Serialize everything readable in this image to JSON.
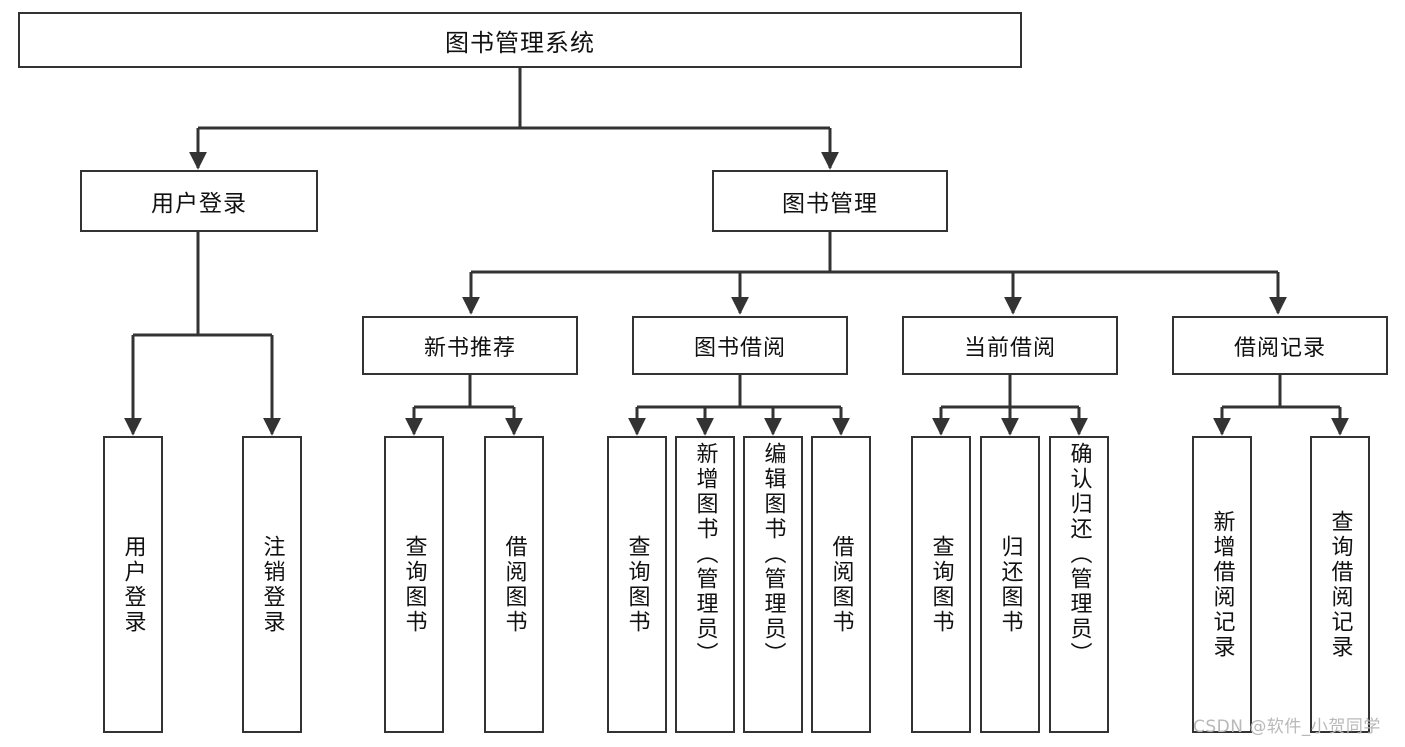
{
  "diagram": {
    "type": "tree-hierarchy-chart",
    "title": "图书管理系统",
    "orientation": "top-down",
    "colors": {
      "box_border": "#333333",
      "box_fill": "#ffffff",
      "connector": "#333333",
      "text": "#111111",
      "watermark": "#b9b9b9",
      "background": "#ffffff"
    },
    "root": {
      "label": "图书管理系统"
    },
    "level2": [
      {
        "label": "用户登录"
      },
      {
        "label": "图书管理"
      }
    ],
    "level3": [
      {
        "label": "新书推荐"
      },
      {
        "label": "图书借阅"
      },
      {
        "label": "当前借阅"
      },
      {
        "label": "借阅记录"
      }
    ],
    "leaves": {
      "user_login": [
        {
          "label": "用户登录"
        },
        {
          "label": "注销登录"
        }
      ],
      "new_book_recommend": [
        {
          "label": "查询图书"
        },
        {
          "label": "借阅图书"
        }
      ],
      "book_borrow": [
        {
          "label": "查询图书"
        },
        {
          "label": "新增图书（管理员）"
        },
        {
          "label": "编辑图书（管理员）"
        },
        {
          "label": "借阅图书"
        }
      ],
      "current_borrow": [
        {
          "label": "查询图书"
        },
        {
          "label": "归还图书"
        },
        {
          "label": "确认归还（管理员）"
        }
      ],
      "borrow_record": [
        {
          "label": "新增借阅记录"
        },
        {
          "label": "查询借阅记录"
        }
      ]
    }
  },
  "watermark": {
    "text": "CSDN @软件_小贺同学"
  }
}
